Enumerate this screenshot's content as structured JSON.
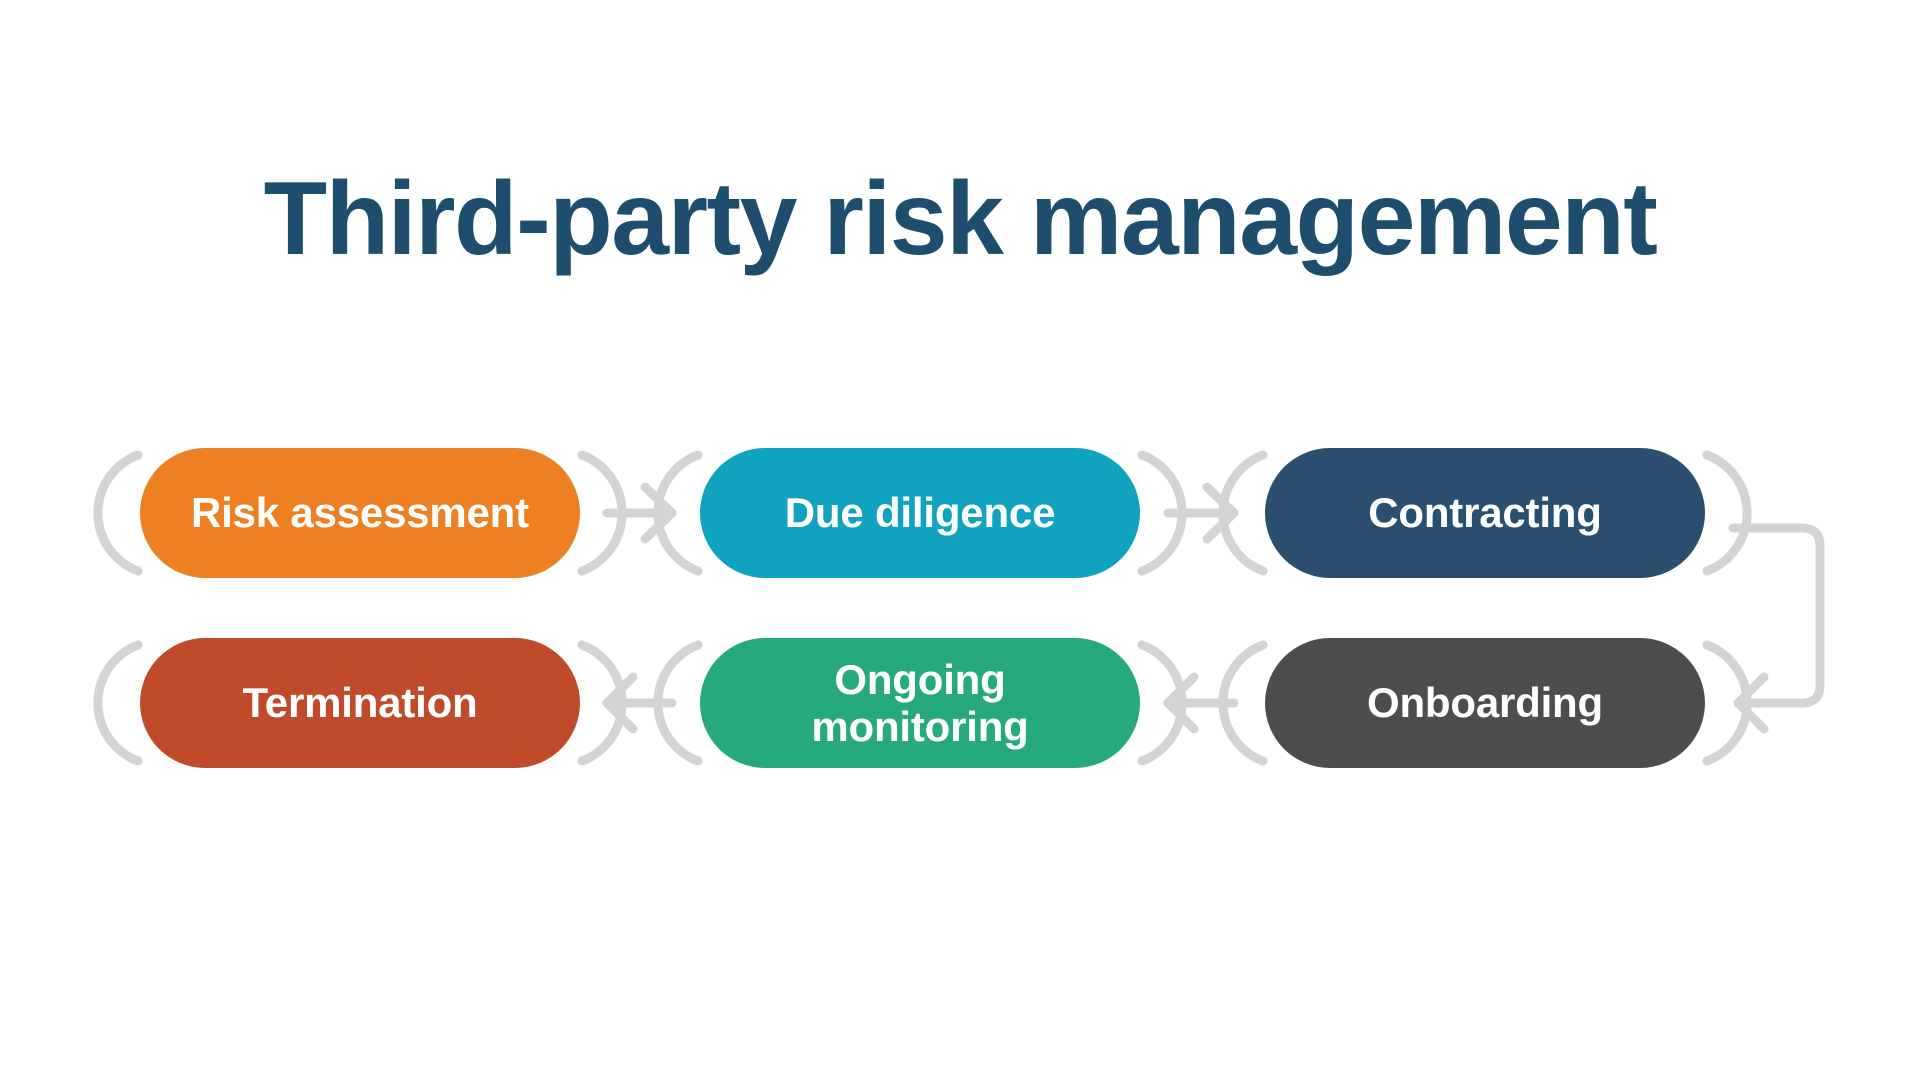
{
  "page": {
    "title": "Third-party risk management",
    "background_color": "#ffffff",
    "title_color": "#1e4e6d",
    "connector_color": "#d4d4d4"
  },
  "diagram": {
    "type": "process-flow",
    "orientation": "serpentine",
    "label_color": "#ffffff",
    "rows": [
      {
        "direction": "left-to-right",
        "step_ids": [
          "risk-assessment",
          "due-diligence",
          "contracting"
        ]
      },
      {
        "direction": "right-to-left",
        "step_ids": [
          "onboarding",
          "ongoing-monitoring",
          "termination"
        ]
      }
    ],
    "steps": [
      {
        "id": "risk-assessment",
        "order": 1,
        "label": "Risk assessment",
        "color": "#ed8022",
        "row": 1,
        "column": 1
      },
      {
        "id": "due-diligence",
        "order": 2,
        "label": "Due diligence",
        "color": "#0fa3c0",
        "row": 1,
        "column": 2
      },
      {
        "id": "contracting",
        "order": 3,
        "label": "Contracting",
        "color": "#2b4f6e",
        "row": 1,
        "column": 3
      },
      {
        "id": "onboarding",
        "order": 4,
        "label": "Onboarding",
        "color": "#4d4d4d",
        "row": 2,
        "column": 3
      },
      {
        "id": "ongoing-monitoring",
        "order": 5,
        "label": "Ongoing\nmonitoring",
        "color": "#26a97e",
        "row": 2,
        "column": 2
      },
      {
        "id": "termination",
        "order": 6,
        "label": "Termination",
        "color": "#bf4b2b",
        "row": 2,
        "column": 1
      }
    ],
    "connectors": [
      {
        "id": "arrow-risk-to-due",
        "from": "risk-assessment",
        "to": "due-diligence",
        "shape": "straight",
        "points": "right"
      },
      {
        "id": "arrow-due-to-contracting",
        "from": "due-diligence",
        "to": "contracting",
        "shape": "straight",
        "points": "right"
      },
      {
        "id": "arrow-contracting-to-onboarding",
        "from": "contracting",
        "to": "onboarding",
        "shape": "elbow",
        "points": "left"
      },
      {
        "id": "arrow-onboarding-to-monitoring",
        "from": "onboarding",
        "to": "ongoing-monitoring",
        "shape": "straight",
        "points": "left"
      },
      {
        "id": "arrow-monitoring-to-termination",
        "from": "ongoing-monitoring",
        "to": "termination",
        "shape": "straight",
        "points": "left"
      }
    ]
  }
}
